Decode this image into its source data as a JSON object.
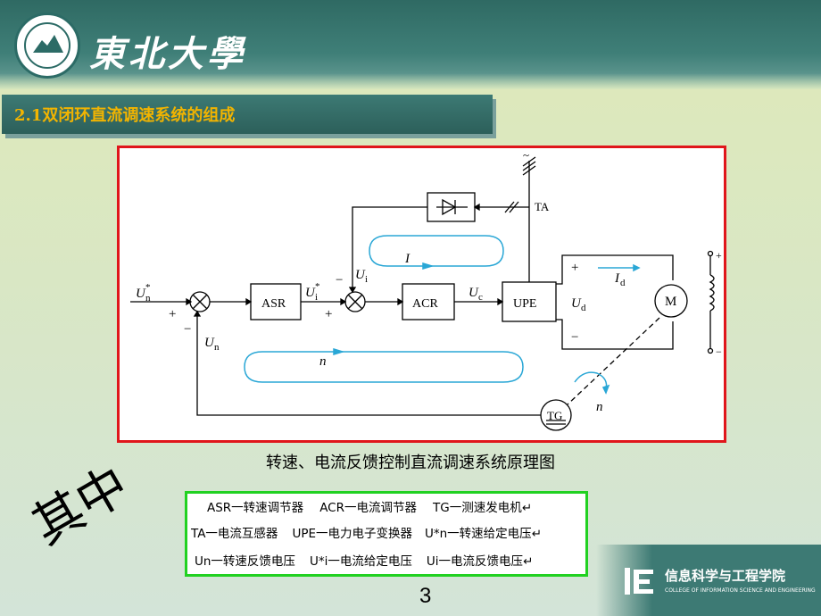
{
  "header": {
    "university_name": "東北大學"
  },
  "section": {
    "title": "2.1双闭环直流调速系统的组成"
  },
  "diagram": {
    "labels": {
      "un_star": "U",
      "un_star_sub": "n",
      "un_star_sup": "*",
      "plus1": "+",
      "minus1": "−",
      "asr": "ASR",
      "ui_star": "U",
      "ui_star_sub": "i",
      "ui_star_sup": "*",
      "plus2": "+",
      "minus2": "−",
      "ui": "U",
      "ui_sub": "i",
      "acr": "ACR",
      "uc": "U",
      "uc_sub": "c",
      "upe": "UPE",
      "ud": "U",
      "ud_sub": "d",
      "id": "I",
      "id_sub": "d",
      "motor": "M",
      "tg": "TG",
      "ta": "TA",
      "un": "U",
      "un_sub": "n",
      "loop_i": "I",
      "loop_n": "n",
      "motor_n": "n",
      "ac": "~",
      "plus3": "+",
      "minus3": "−",
      "plus4": "+",
      "minus4": "−"
    },
    "caption": "转速、电流反馈控制直流调速系统原理图"
  },
  "side_text": "其中",
  "legend": {
    "row1": [
      "ASR一转速调节器",
      "ACR一电流调节器",
      "TG一测速发电机↵"
    ],
    "row2": [
      "TA一电流互感器",
      "UPE一电力电子变换器",
      "U*n一转速给定电压↵"
    ],
    "row3": [
      "Un一转速反馈电压",
      "U*i一电流给定电压",
      "Ui一电流反馈电压↵"
    ]
  },
  "slide_number": "3",
  "footer": {
    "school": "信息科学与工程学院",
    "school_en": "COLLEGE OF INFORMATION SCIENCE AND ENGINEERING"
  },
  "colors": {
    "diagram_border": "#e0161b",
    "legend_border": "#21d121",
    "loop_arrow": "#2aa7d6",
    "section_title": "#f2b400"
  }
}
